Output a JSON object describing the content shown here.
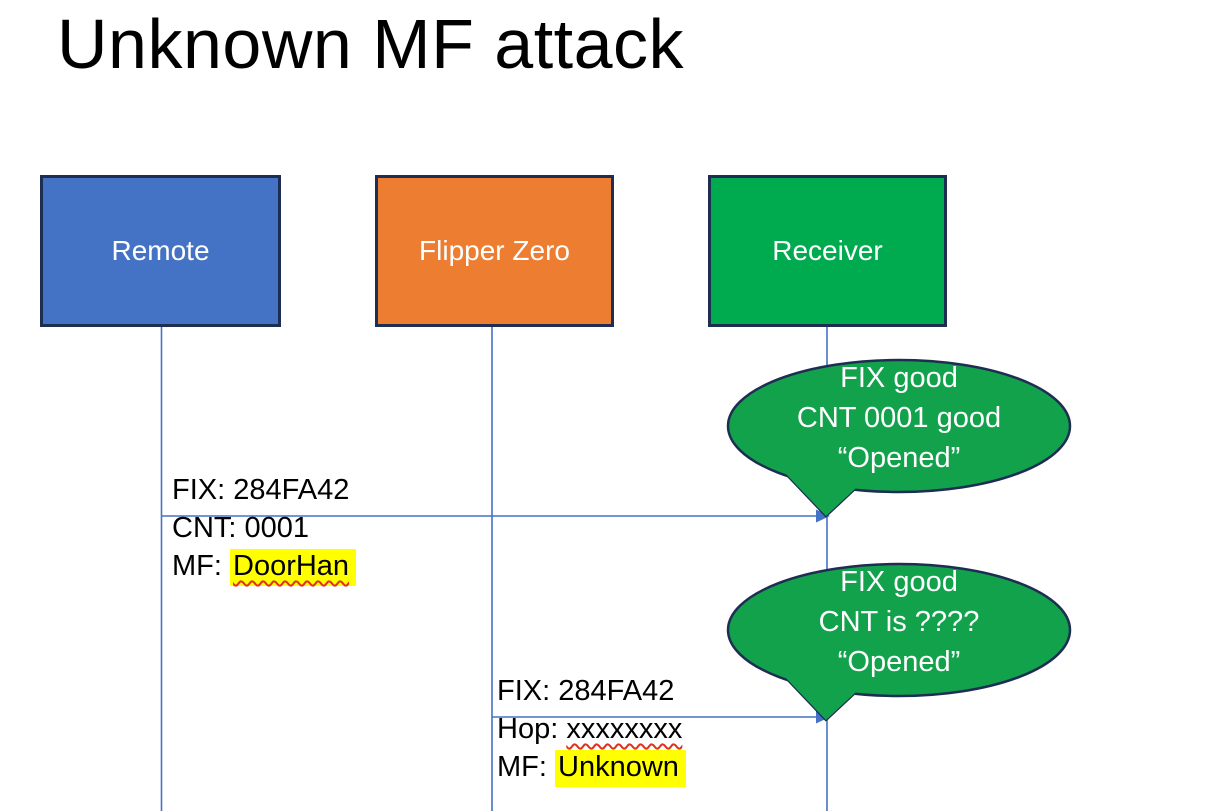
{
  "slide": {
    "title": "Unknown MF attack"
  },
  "actors": [
    {
      "label": "Remote",
      "fill": "#4472C4"
    },
    {
      "label": "Flipper Zero",
      "fill": "#ED7D31"
    },
    {
      "label": "Receiver",
      "fill": "#00AB50"
    }
  ],
  "messages": [
    {
      "line1": "FIX: 284FA42",
      "line2": "CNT: 0001",
      "line3_prefix": "MF: ",
      "line3_value": "DoorHan"
    },
    {
      "line1": "FIX: 284FA42",
      "line2_prefix": "Hop: ",
      "line2_value": "xxxxxxxx",
      "line3_prefix": "MF: ",
      "line3_value": "Unknown"
    }
  ],
  "bubbles": [
    {
      "line1": "FIX good",
      "line2": "CNT 0001 good",
      "line3": "“Opened”"
    },
    {
      "line1": "FIX good",
      "line2": "CNT is ????",
      "line3": "“Opened”"
    }
  ],
  "colors": {
    "actor_border": "#1D2E52",
    "lifeline": "#4472C4",
    "arrow": "#4472C4",
    "bubble_fill": "#13A24C",
    "bubble_border": "#1D2E52",
    "highlight": "#FFFF00",
    "spellcheck_underline": "#E0301E",
    "title_text": "#000000",
    "label_text": "#000000",
    "actor_text": "#FFFFFF",
    "bubble_text": "#FFFFFF"
  }
}
